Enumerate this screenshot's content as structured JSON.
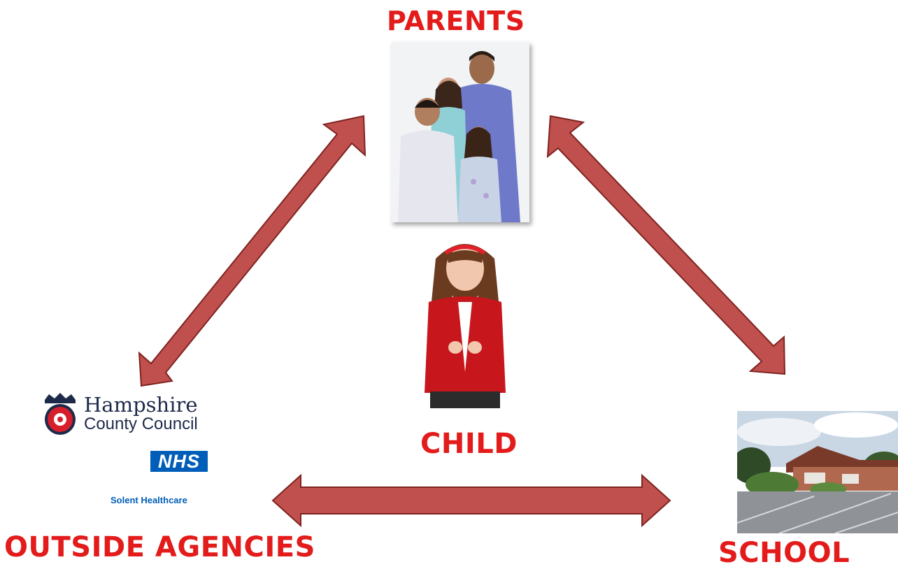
{
  "nodes": {
    "parents": "PARENTS",
    "child": "CHILD",
    "school": "SCHOOL",
    "outside_agencies": "OUTSIDE AGENCIES"
  },
  "organisations": {
    "hampshire_name": "Hampshire",
    "hampshire_sub": "County Council",
    "nhs": "NHS",
    "solent": "Solent Healthcare"
  },
  "colors": {
    "label": "#e31b1b",
    "arrow_fill": "#c0504d",
    "arrow_stroke": "#7f2320",
    "nhs_blue": "#005eb8"
  },
  "icons": [
    "family-photo",
    "girl-in-uniform-photo",
    "school-building-photo",
    "hampshire-crest-icon"
  ]
}
